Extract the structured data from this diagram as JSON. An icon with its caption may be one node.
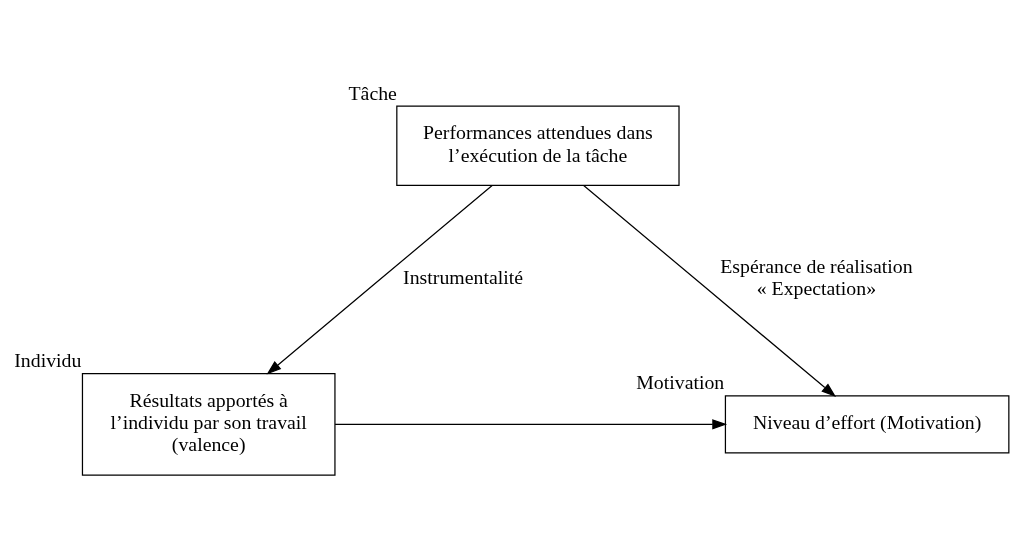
{
  "diagram": {
    "nodes": [
      {
        "text": [
          "Performances attendues dans l’exécution de la tâche"
        ],
        "beside": [
          "Tâche"
        ]
      },
      {
        "text": [
          "Résultats apportés à l’individu par son travail (valence)"
        ],
        "beside": [
          "Individu"
        ]
      },
      {
        "text": [
          "Niveau d’effort (Motivation)"
        ],
        "beside": [
          "Motivation"
        ]
      }
    ],
    "edges": [
      {
        "from": 0,
        "to": 1,
        "arrow": "to",
        "label": "Instrumentalité"
      },
      {
        "from": 0,
        "to": 2,
        "arrow": "to",
        "label": "Espérance de réalisation « Expectation»"
      },
      {
        "from": 1,
        "to": 2,
        "arrow": "to"
      }
    ]
  }
}
